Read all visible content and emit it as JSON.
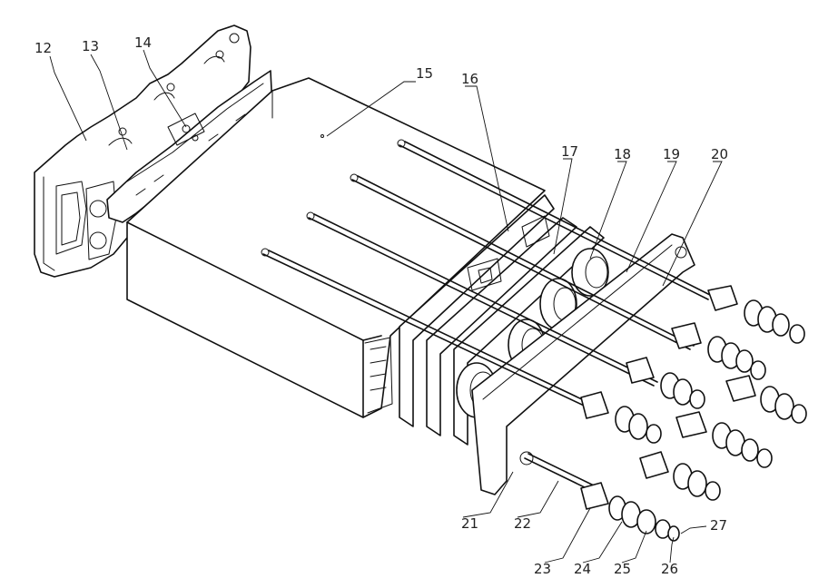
{
  "drawing": {
    "labels": [
      "12",
      "13",
      "14",
      "15",
      "16",
      "17",
      "18",
      "19",
      "20",
      "21",
      "22",
      "23",
      "24",
      "25",
      "26",
      "27"
    ]
  }
}
